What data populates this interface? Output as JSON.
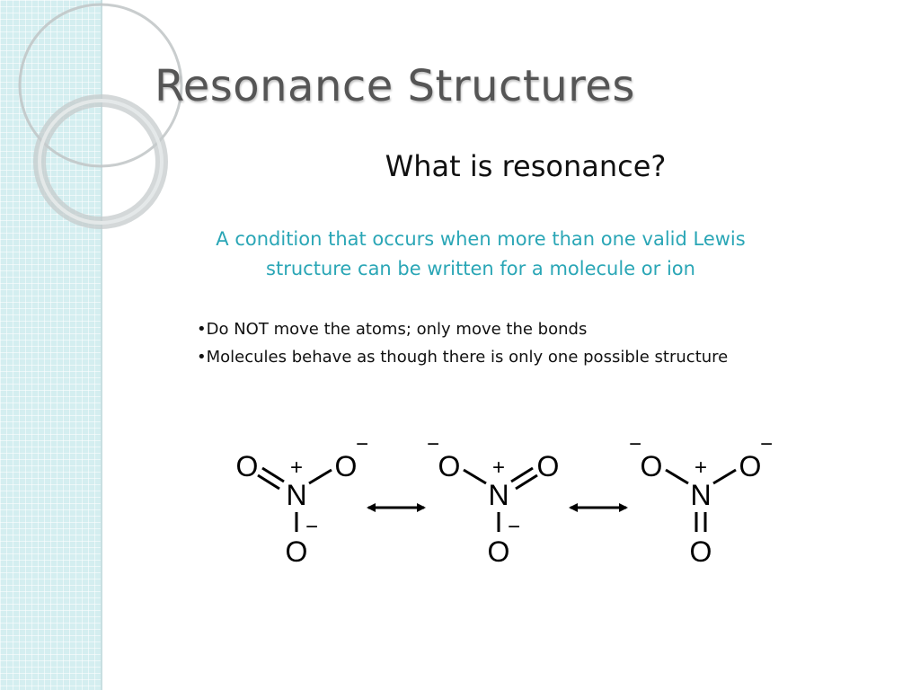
{
  "slide": {
    "title": "Resonance Structures",
    "subtitle": "What is resonance?",
    "definition": "A condition that occurs when more than one valid Lewis structure can be written for a molecule or ion",
    "bullets": [
      "Do NOT move the atoms; only move the bonds",
      "Molecules behave as though there is only one possible structure"
    ]
  },
  "diagram": {
    "atom_labels": {
      "oxygen": "O",
      "nitrogen": "N"
    },
    "charges": {
      "plus": "+",
      "minus": "−"
    },
    "structures": [
      {
        "left_oxygen_bond": "double",
        "right_oxygen_bond": "single",
        "bottom_oxygen_bond": "single",
        "negative_oxygens": [
          "right",
          "bottom"
        ]
      },
      {
        "left_oxygen_bond": "single",
        "right_oxygen_bond": "double",
        "bottom_oxygen_bond": "single",
        "negative_oxygens": [
          "left",
          "bottom"
        ]
      },
      {
        "left_oxygen_bond": "single",
        "right_oxygen_bond": "single",
        "bottom_oxygen_bond": "double",
        "negative_oxygens": [
          "left",
          "right"
        ]
      }
    ],
    "arrow_type": "double-headed-resonance-arrow"
  },
  "colors": {
    "title": "#555555",
    "definition": "#2aa6b6",
    "side_band": "#d4eef0",
    "ring": "#bfc4c5"
  }
}
